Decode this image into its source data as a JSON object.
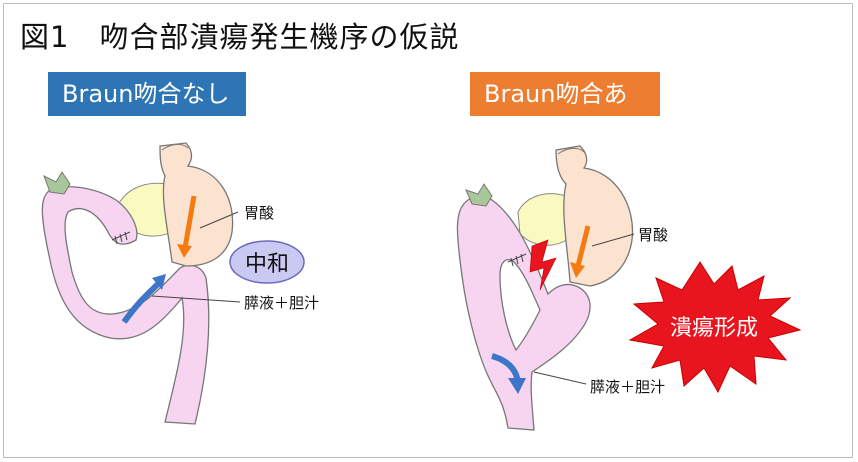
{
  "title": "図1　吻合部潰瘍発生機序の仮説",
  "panels": {
    "left": {
      "header": "Braun吻合なし",
      "header_color": "#2e75b6",
      "label_acid": "胃酸",
      "label_neutral": "中和",
      "label_juice": "膵液＋胆汁"
    },
    "right": {
      "header": "Braun吻合あり",
      "header_color": "#ed7d31",
      "label_acid": "胃酸",
      "label_ulcer": "潰瘍形成",
      "label_juice": "膵液＋胆汁"
    }
  },
  "colors": {
    "stomach": "#fbe3cf",
    "pancreas": "#fafac0",
    "intestine": "#f7d4f0",
    "acid_arrow": "#f57a12",
    "juice_arrow": "#3d76c8",
    "ulcer_burst": "#e8141e",
    "neutral_ellipse": "#c9c9f2"
  }
}
